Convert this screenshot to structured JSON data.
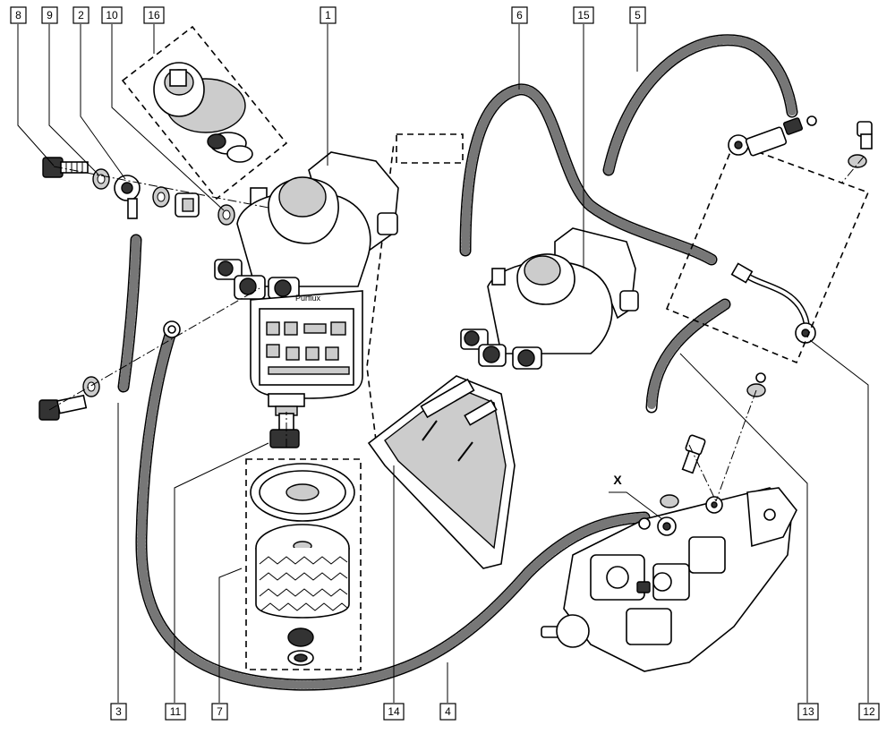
{
  "callouts": {
    "c1": "1",
    "c2": "2",
    "c3": "3",
    "c4": "4",
    "c5": "5",
    "c6": "6",
    "c7": "7",
    "c8": "8",
    "c9": "9",
    "c10": "10",
    "c11": "11",
    "c12": "12",
    "c13": "13",
    "c14": "14",
    "c15": "15",
    "c16": "16"
  },
  "marker_x": "X",
  "filter_brand": "Purflux"
}
